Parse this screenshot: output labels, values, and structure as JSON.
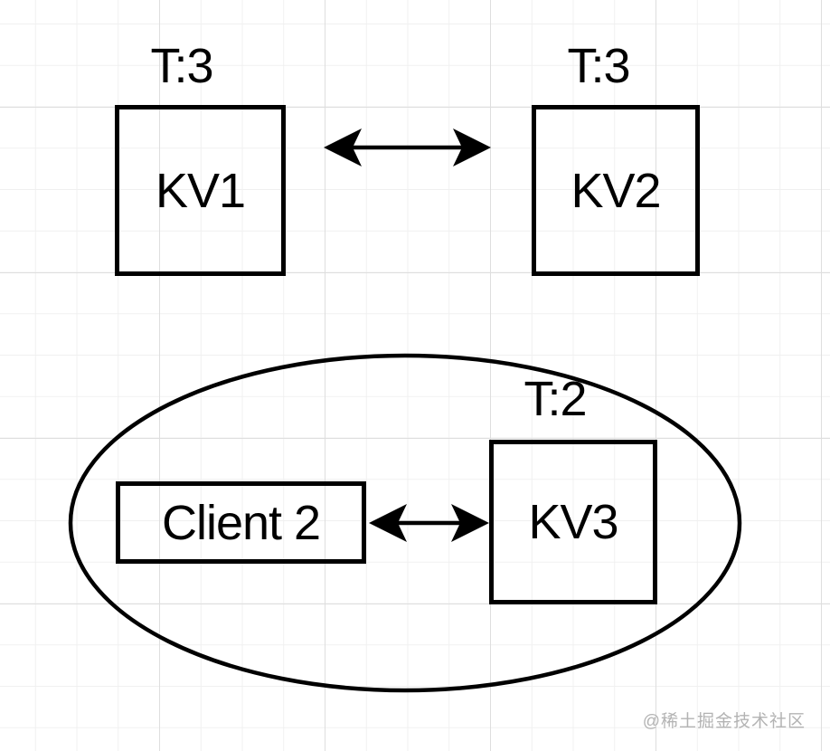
{
  "diagram": {
    "title_hint": "key-value replicas with logical timestamps; client partitioned with KV3",
    "nodes": [
      {
        "id": "kv1",
        "label": "KV1",
        "annotation": "T:3",
        "shape": "rect"
      },
      {
        "id": "kv2",
        "label": "KV2",
        "annotation": "T:3",
        "shape": "rect"
      },
      {
        "id": "client2",
        "label": "Client 2",
        "annotation": "",
        "shape": "rect"
      },
      {
        "id": "kv3",
        "label": "KV3",
        "annotation": "T:2",
        "shape": "rect"
      }
    ],
    "edges": [
      {
        "from": "kv1",
        "to": "kv2",
        "style": "double-headed-arrow"
      },
      {
        "from": "client2",
        "to": "kv3",
        "style": "double-headed-arrow"
      }
    ],
    "group": {
      "shape": "ellipse",
      "members": [
        "client2",
        "kv3"
      ]
    },
    "colors": {
      "stroke": "#000000",
      "background": "#ffffff",
      "grid_minor": "#f0f0f0",
      "grid_major": "#dedede",
      "watermark": "#b3b3b3"
    },
    "watermark": "@稀土掘金技术社区"
  }
}
